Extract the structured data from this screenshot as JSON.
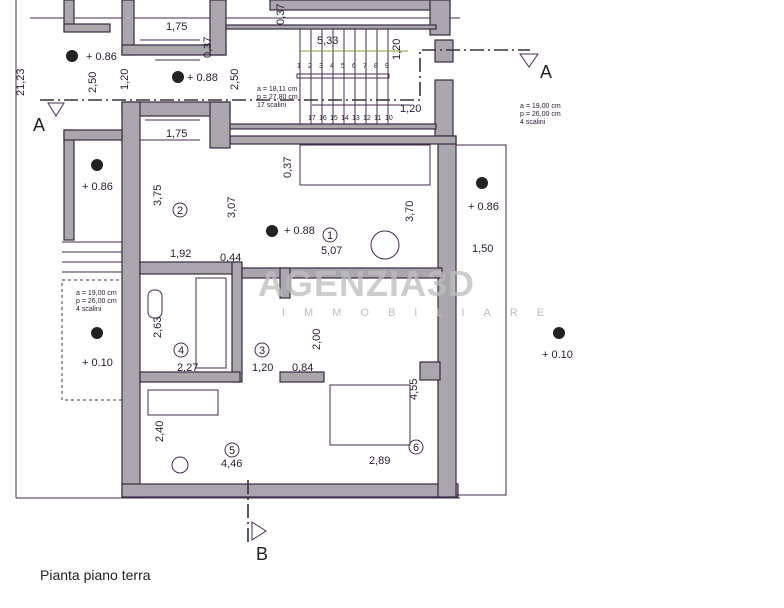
{
  "title": "Pianta piano terra",
  "watermark": {
    "brand": "AGENZIA3D",
    "sub": "IMMOBILIARE"
  },
  "sections": {
    "a": "A",
    "b": "B"
  },
  "stairs": {
    "main": {
      "rise": "a = 18,11 cm",
      "tread": "p = 27,80 cm",
      "count": "17 scalini",
      "steps_up": [
        "1",
        "2",
        "3",
        "4",
        "5",
        "6",
        "7",
        "8",
        "9"
      ],
      "steps_down": [
        "17",
        "16",
        "15",
        "14",
        "13",
        "12",
        "11",
        "10"
      ]
    },
    "right": {
      "rise": "a = 19,00 cm",
      "tread": "p = 26,00 cm",
      "count": "4 scalini"
    },
    "left": {
      "rise": "a = 19,00 cm",
      "tread": "p = 26,00 cm",
      "count": "4 scalini"
    }
  },
  "levels": {
    "l1": "+ 0.86",
    "l2": "+ 0.88",
    "l3": "+ 0.86",
    "l4": "+ 0.88",
    "l5": "+ 0.86",
    "l6": "+ 0.10",
    "l7": "+ 0.10"
  },
  "rooms": {
    "r1": "1",
    "r2": "2",
    "r3": "3",
    "r4": "4",
    "r5": "5",
    "r6": "6"
  },
  "dims": {
    "d175a": "1,75",
    "d175b": "1,75",
    "d037a": "0,37",
    "d037b": "0,37",
    "d037c": "0,37",
    "d250a": "2,50",
    "d250b": "2,50",
    "d120a": "1,20",
    "d120b": "1,20",
    "d120c": "1,20",
    "d2123": "21,23",
    "d533": "5,33",
    "d375": "3,75",
    "d192": "1,92",
    "d307": "3,07",
    "d044": "0,44",
    "d507": "5,07",
    "d370": "3,70",
    "d150": "1,50",
    "d263": "2,63",
    "d227": "2,27",
    "d120d": "1,20",
    "d084": "0,84",
    "d200": "2,00",
    "d455": "4,55",
    "d289": "2,89",
    "d240": "2,40",
    "d446": "4,46"
  }
}
